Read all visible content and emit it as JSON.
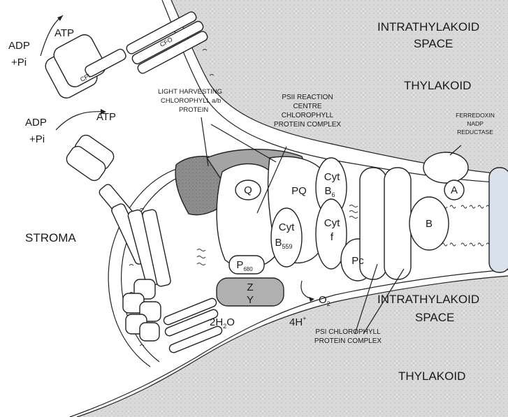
{
  "labels": {
    "intrathylakoid_space_top": [
      "INTRATHYLAKOID",
      "SPACE"
    ],
    "thylakoid_top": "THYLAKOID",
    "stroma": "STROMA",
    "intrathylakoid_space_bottom": [
      "INTRATHYLAKOID",
      "SPACE"
    ],
    "thylakoid_bottom": "THYLAKOID",
    "lhc_protein": [
      "LIGHT HARVESTING",
      "CHLOROPHYLL a/b",
      "PROTEIN"
    ],
    "psii_complex": [
      "PSII REACTION",
      "CENTRE",
      "CHLOROPHYLL",
      "PROTEIN COMPLEX"
    ],
    "ferredoxin_reductase": [
      "FERREDOXIN",
      "NADP",
      "REDUCTASE"
    ],
    "psi_complex": [
      "PSI CHLOROPHYLL",
      "PROTEIN COMPLEX"
    ]
  },
  "atp_synthase": {
    "adp_top": "ADP",
    "pi_top": "+Pi",
    "atp_top": "ATP",
    "adp_bottom": "ADP",
    "pi_bottom": "+Pi",
    "atp_bottom": "ATP",
    "cf1": "CFI",
    "cf0": "CFO"
  },
  "molecules": {
    "q": "Q",
    "pq": "PQ",
    "cyt_b559": "Cyt",
    "cyt_b559_sub": "B",
    "cyt_b559_num": "559",
    "cyt_b6": "Cyt",
    "cyt_b6_sub": "B",
    "cyt_b6_num": "6",
    "cyt_f": "Cyt",
    "cyt_f_sub": "f",
    "pc": "Pc",
    "p680": "P",
    "p680_num": "680",
    "z": "Z",
    "y": "Y",
    "a": "A",
    "b": "B"
  },
  "reaction": {
    "water": "2H",
    "water_sub": "2",
    "water_o": "O",
    "oxygen": "O",
    "oxygen_sub": "2",
    "protons": "4H",
    "protons_sup": "+"
  },
  "colors": {
    "lumen": "#d6d6d6",
    "membrane": "#ffffff",
    "lhc": "#8a8a8a",
    "psii_back": "#a4a4a4",
    "zy": "#b0b0b0",
    "outline": "#222222"
  }
}
